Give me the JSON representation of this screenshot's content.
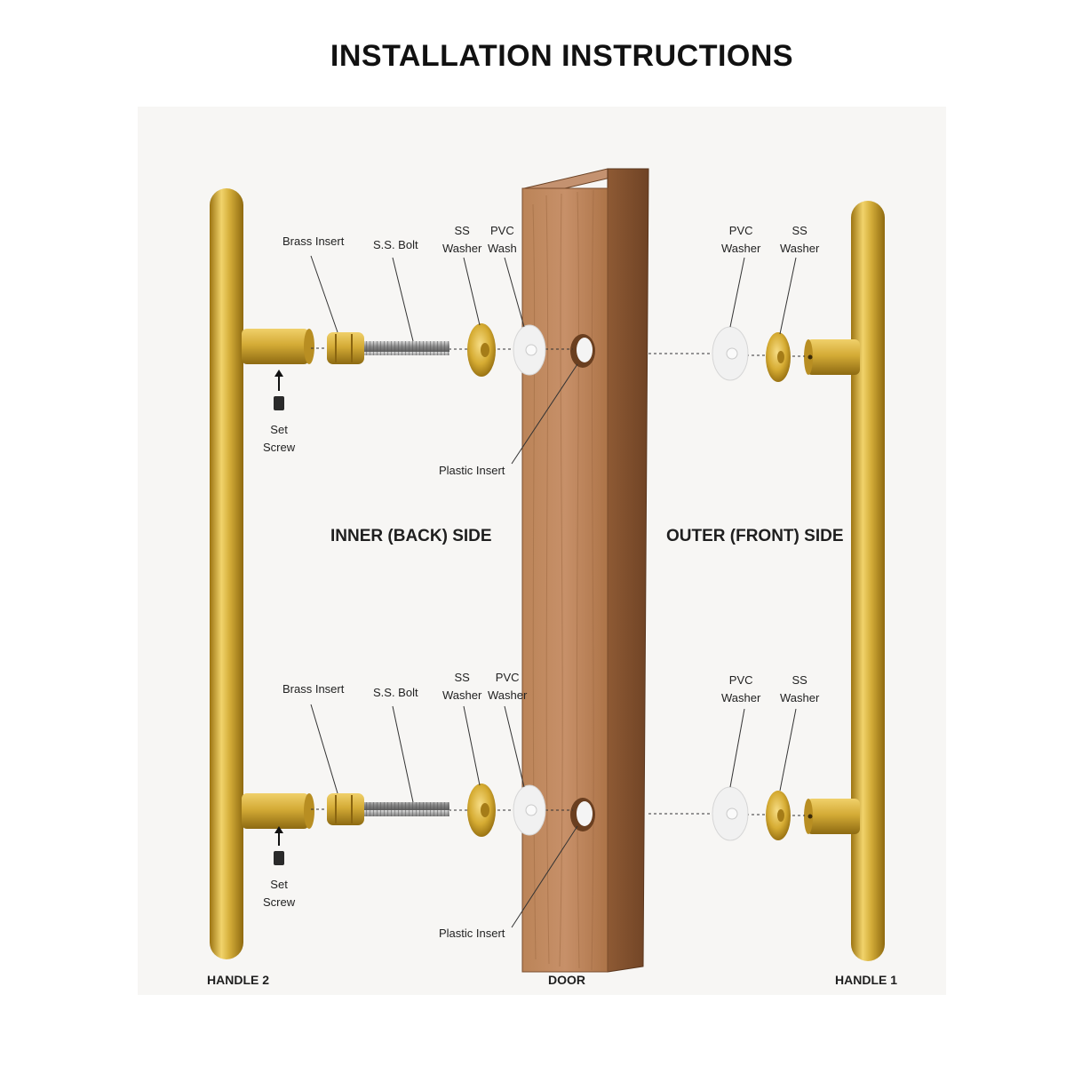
{
  "title": "INSTALLATION INSTRUCTIONS",
  "sides": {
    "inner": "INNER (BACK) SIDE",
    "outer": "OUTER (FRONT) SIDE"
  },
  "footer": {
    "handle_left": "HANDLE 2",
    "door": "DOOR",
    "handle_right": "HANDLE 1"
  },
  "top_row": {
    "brass_insert": "Brass Insert",
    "bolt": "S.S. Bolt",
    "ss_washer_left": "SS\nWasher",
    "pvc_washer_left": "PVC\nWash",
    "plastic_insert": "Plastic Insert",
    "set_screw": "Set\nScrew",
    "pvc_washer_right": "PVC\nWasher",
    "ss_washer_right": "SS\nWasher"
  },
  "bottom_row": {
    "brass_insert": "Brass Insert",
    "bolt": "S.S. Bolt",
    "ss_washer_left": "SS\nWasher",
    "pvc_washer_left": "PVC\nWasher",
    "plastic_insert": "Plastic Insert",
    "set_screw": "Set\nScrew",
    "pvc_washer_right": "PVC\nWasher",
    "ss_washer_right": "SS\nWasher"
  },
  "colors": {
    "brass": "#c9a227",
    "wood": "#b07a4f",
    "background": "#f7f6f4"
  }
}
